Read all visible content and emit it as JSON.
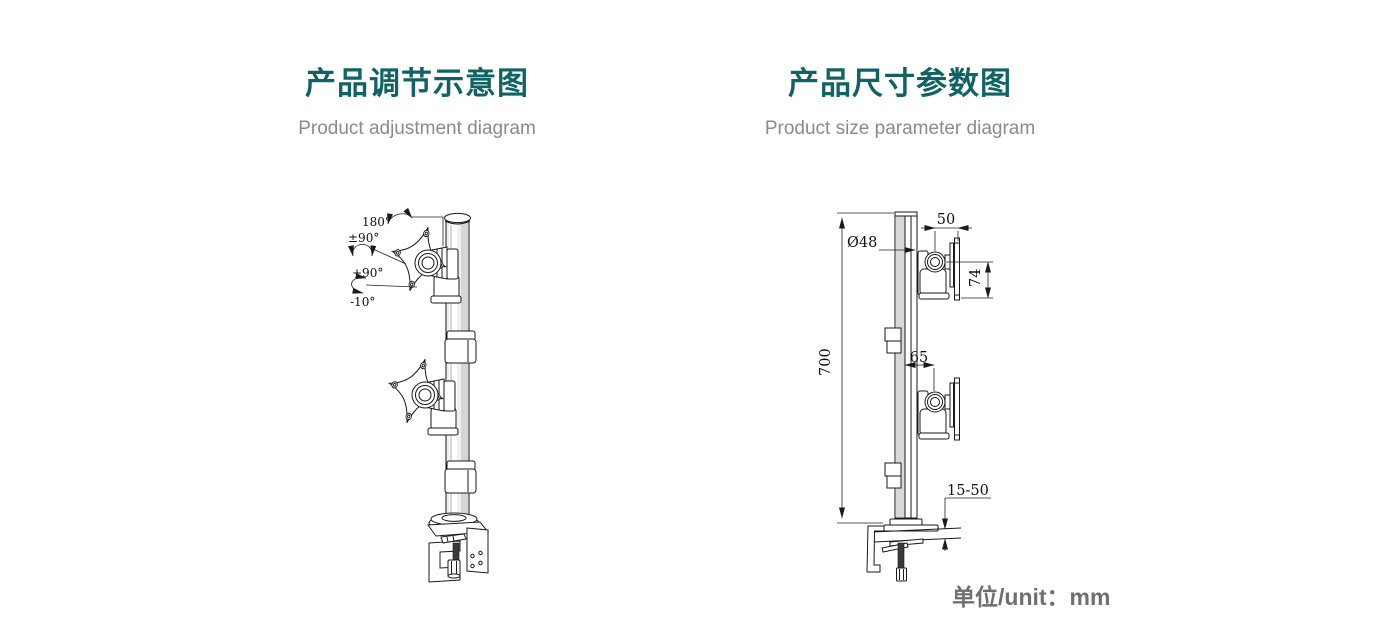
{
  "colors": {
    "accent": "#106364",
    "line": "#1a1a1a",
    "subtitle_gray": "#8b8b8b",
    "unit_gray": "#6f6f6f",
    "pole_shade": "#d9d9d9"
  },
  "left_panel": {
    "title": "产品调节示意图",
    "subtitle": "Product adjustment diagram",
    "annotations": {
      "rotation": "180°",
      "swivel": "±90°",
      "tilt_up": "+90°",
      "tilt_down": "-10°"
    }
  },
  "right_panel": {
    "title": "产品尺寸参数图",
    "subtitle": "Product size parameter diagram",
    "dimensions": {
      "pole_diameter": "Ø48",
      "top_arm_depth": "50",
      "vesa_offset_height": "74",
      "pole_height": "700",
      "lower_arm_depth": "65",
      "clamp_range": "15-50"
    }
  },
  "footer": {
    "unit_label": "单位/unit：mm"
  }
}
